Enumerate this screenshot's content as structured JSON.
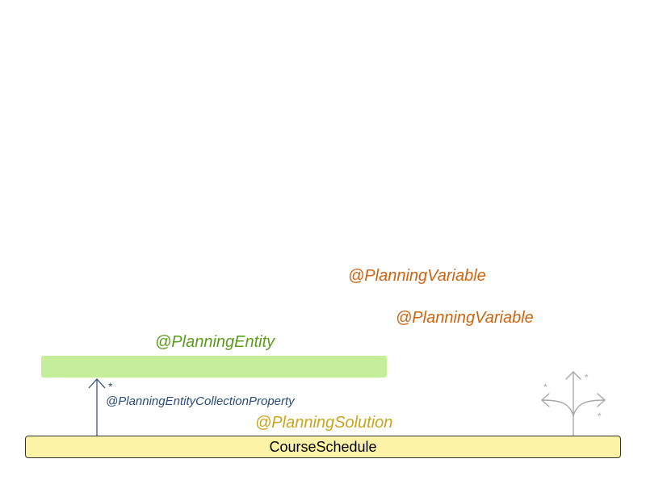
{
  "annotations": {
    "planning_variable_1": "@PlanningVariable",
    "planning_variable_2": "@PlanningVariable",
    "planning_entity": "@PlanningEntity",
    "planning_entity_collection_property": "@PlanningEntityCollectionProperty",
    "planning_entity_collection_multiplicity": "*",
    "planning_solution": "@PlanningSolution"
  },
  "classes": {
    "solution": "CourseSchedule",
    "entity": ""
  },
  "fan_icon": {
    "star_labels": [
      "*",
      "*",
      "*"
    ]
  },
  "colors": {
    "planning_variable": "#cc6410",
    "planning_entity": "#5a9c1c",
    "planning_solution": "#c7a51c",
    "collection_property": "#2a4a7a",
    "entity_fill": "#c5ee9a",
    "solution_fill": "#fdf3a6"
  }
}
